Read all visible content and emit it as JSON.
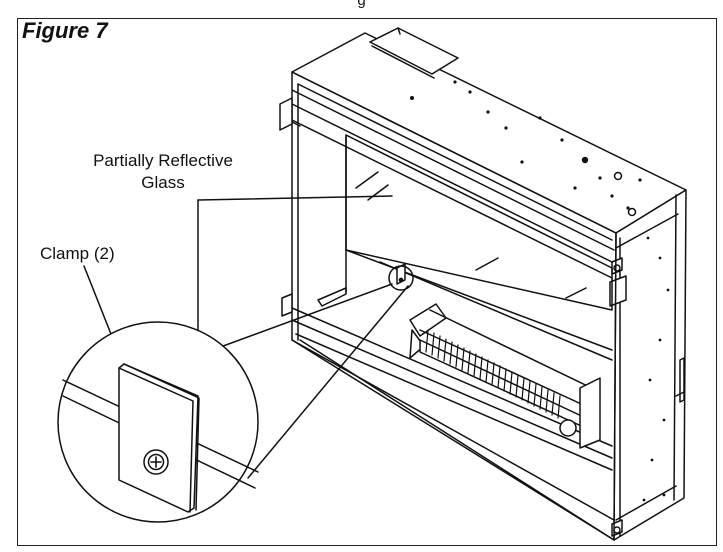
{
  "header_fragment": "g",
  "figure": {
    "title": "Figure 7"
  },
  "callouts": {
    "glass_line1": "Partially Reflective",
    "glass_line2": "Glass",
    "clamp": "Clamp (2)"
  }
}
